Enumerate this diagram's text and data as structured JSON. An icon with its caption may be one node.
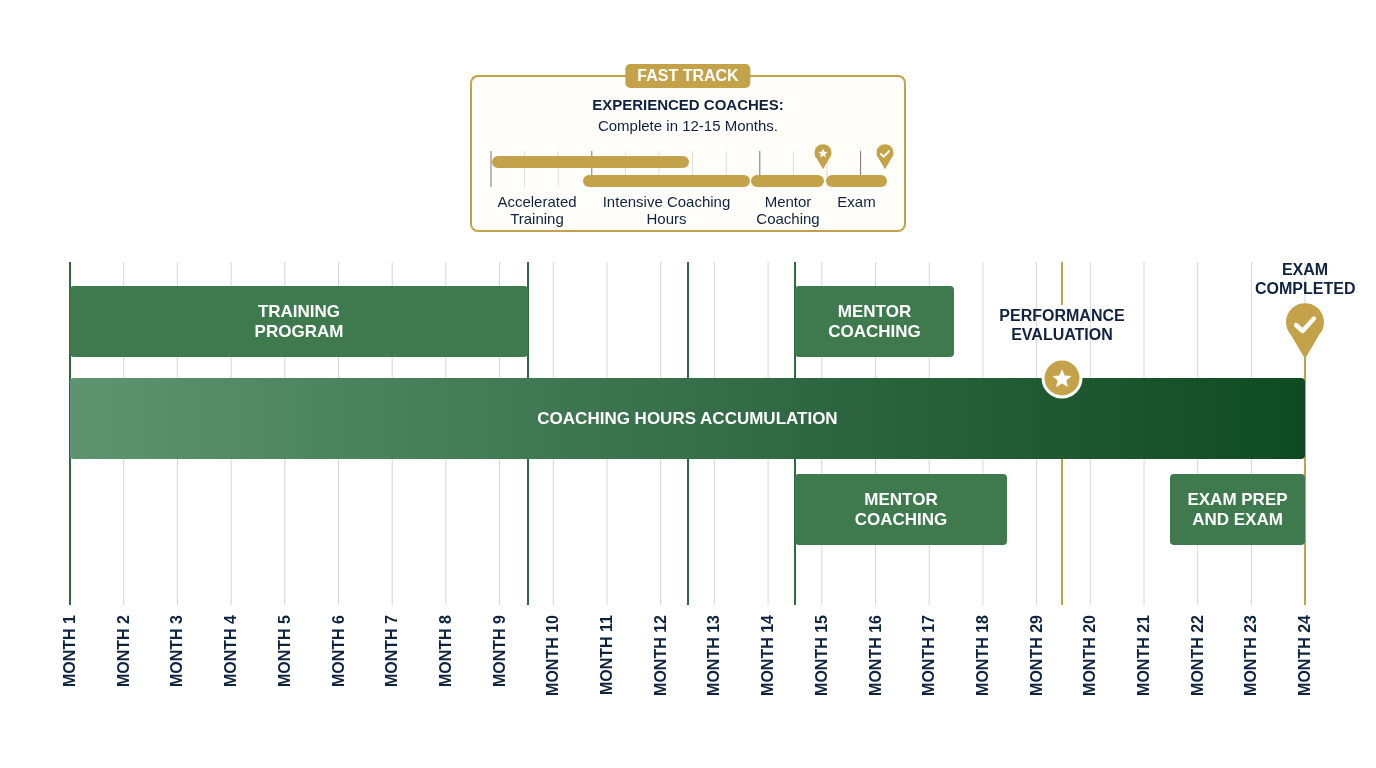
{
  "diagram": {
    "nodes": [
      {
        "text": [
          "FAST TRACK",
          "EXPERIENCED COACHES:",
          "Complete in 12-15 Months."
        ]
      },
      {
        "text": [
          "Accelerated Training"
        ],
        "in": 0
      },
      {
        "text": [
          "Intensive Coaching Hours"
        ],
        "in": 0
      },
      {
        "text": [
          "Mentor Coaching"
        ],
        "in": 0
      },
      {
        "text": [
          "Exam"
        ],
        "in": 0
      },
      {
        "text": [
          "TRAINING PROGRAM"
        ]
      },
      {
        "text": [
          "MENTOR COACHING"
        ]
      },
      {
        "text": [
          "PERFORMANCE EVALUATION"
        ]
      },
      {
        "text": [
          "EXAM COMPLETED"
        ]
      },
      {
        "text": [
          "COACHING HOURS ACCUMULATION"
        ]
      },
      {
        "text": [
          "MENTOR COACHING"
        ]
      },
      {
        "text": [
          "EXAM PREP AND EXAM"
        ]
      }
    ],
    "labels": [
      "MONTH 1",
      "MONTH 2",
      "MONTH 3",
      "MONTH 4",
      "MONTH 5",
      "MONTH 6",
      "MONTH 7",
      "MONTH 8",
      "MONTH 9",
      "MONTH 10",
      "MONTH 11",
      "MONTH 12",
      "MONTH 13",
      "MONTH 14",
      "MONTH 15",
      "MONTH 16",
      "MONTH 17",
      "MONTH 18",
      "MONTH 29",
      "MONTH 20",
      "MONTH 21",
      "MONTH 22",
      "MONTH 23",
      "MONTH 24"
    ]
  }
}
